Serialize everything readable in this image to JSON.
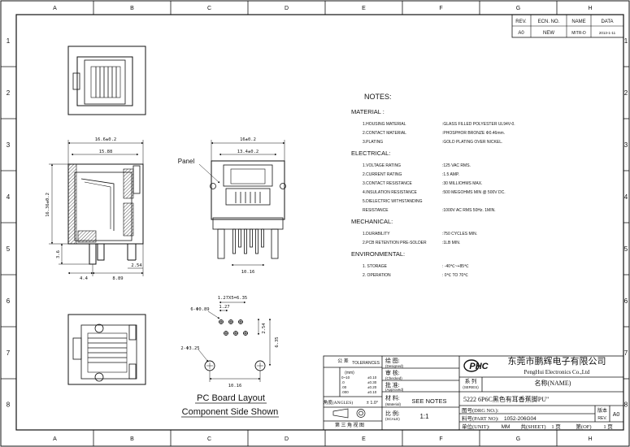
{
  "border": {
    "cols": [
      "A",
      "B",
      "C",
      "D",
      "E",
      "F",
      "G",
      "H"
    ],
    "rows": [
      "1",
      "2",
      "3",
      "4",
      "5",
      "6",
      "7",
      "8"
    ]
  },
  "revision": {
    "headers": [
      "REV.",
      "ECN. NO.",
      "NAME",
      "DATA"
    ],
    "row": [
      "A0",
      "NEW",
      "MITR-D",
      "2013-1-11"
    ]
  },
  "notes": {
    "title": "NOTES:",
    "material": {
      "heading": "MATERIAL :",
      "items": [
        {
          "label": "1.HOUSING MATERIAL",
          "value": ":GLASS FILLED POLYESTER UL94V-0."
        },
        {
          "label": "2.CONTACT MATERIAL",
          "value": ":PHOSPHOR BRONZE Φ0.46mm."
        },
        {
          "label": "3.PLATING",
          "value": ":GOLD PLATING OVER NICKEL."
        }
      ]
    },
    "electrical": {
      "heading": "ELECTRICAL:",
      "items": [
        {
          "label": "1.VOLTAGE RATING",
          "value": ":125 VAC RMS."
        },
        {
          "label": "2.CURRENT RATING",
          "value": ":1.5 AMP."
        },
        {
          "label": "3.CONTACT RESISTANCE",
          "value": ":30 MILLIOHMS MAX."
        },
        {
          "label": "4.INSULATION RESISTANCE",
          "value": ":500 MEGOHMS MIN @ 500V DC."
        },
        {
          "label": "5.DIELECTRIC WITHSTANDING",
          "value": ""
        },
        {
          "label": "RESISTANCE",
          "value": ":1000V AC RMS 50Hz. 1MIN."
        }
      ]
    },
    "mechanical": {
      "heading": "MECHANICAL:",
      "items": [
        {
          "label": "1.DURABILITY",
          "value": ":750 CYCLES MIN."
        },
        {
          "label": "2.PCB RETENTION PRE-SOLDER",
          "value": ":1LB MIN."
        }
      ]
    },
    "environmental": {
      "heading": "ENVIRONMENTAL:",
      "items": [
        {
          "label": "1. STORAGE",
          "value": ": -40℃~+85℃"
        },
        {
          "label": "2. OPERATION",
          "value": ": 0℃ TO 70℃"
        }
      ]
    }
  },
  "dims": {
    "side_width": "16.6±0.2",
    "side_inner": "15.88",
    "side_height": "16.36±0.2",
    "side_pin": "3.6",
    "side_offset": "4.4",
    "side_base": "8.89",
    "side_foot": "2.54",
    "front_width": "16±0.2",
    "front_inner": "13.4±0.2",
    "front_pins": "10.16",
    "panel": "Panel",
    "pcb_pitch": "1.27X5=6.35",
    "pcb_spacing": "1.27",
    "pcb_holes": "6-Φ0.89",
    "pcb_mount": "2-Φ3.25",
    "pcb_row": "2.54",
    "pcb_height": "6.35",
    "pcb_width": "10.16"
  },
  "captions": {
    "line1": "PC Board Layout",
    "line2": "Component Side Shown"
  },
  "title_block": {
    "tol_cn": "公  差",
    "tol_en": "TOLERANCES",
    "unit_label": "(mm)",
    "tol_rows": [
      {
        "range": "0~10",
        "value": "±0.10"
      },
      {
        "range": ".0",
        "value": "±0.30"
      },
      {
        "range": ".00",
        "value": "±0.20"
      },
      {
        "range": ".000",
        "value": "±0.10"
      }
    ],
    "angle_label": "角度(ANGLES)",
    "angle_value": "± 1.0°",
    "projection": "第 三 角 视 图",
    "drawn_cn": "绘  图:",
    "drawn_en": "(Designed)",
    "checked_cn": "审  核:",
    "checked_en": "(Checked)",
    "approved_cn": "批  准:",
    "approved_en": "(Approved)",
    "material_cn": "材  料:",
    "material_en": "(Material)",
    "material_value": "SEE NOTES",
    "scale_cn": "比  例:",
    "scale_en": "(SCALE)",
    "scale_value": "1:1",
    "logo": "PHC",
    "company_cn": "东莞市鹏辉电子有限公司",
    "company_en": "PengHui Electronics Co.,Ltd",
    "series_cn": "系  列",
    "series_en": "(SERIES)",
    "name_label": "名称(NAME)",
    "name_value": "5222 6P6C黑色有耳香蕉脚PU\"",
    "drg_label": "图号(DRG NO.):",
    "drg_value": "",
    "part_label": "料号(PART NO):",
    "part_value": "1052-206G04",
    "rev_cn": "版本",
    "rev_en": "REV.",
    "rev_value": "A0",
    "unit_cn": "单位(UNIT):",
    "unit_value": "MM",
    "sheet_label": "共(SHEET)",
    "sheet_value": "1 页",
    "of_label": "第(OF)",
    "of_value": "1 页"
  }
}
